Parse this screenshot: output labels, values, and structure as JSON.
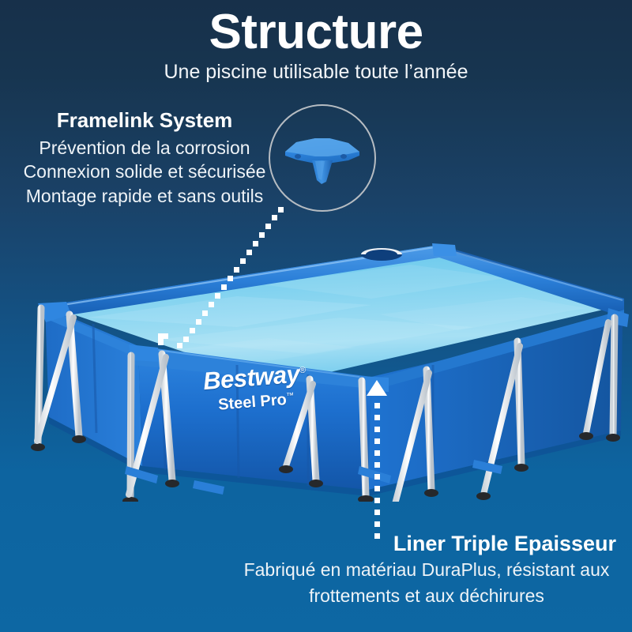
{
  "header": {
    "title": "Structure",
    "subtitle": "Une piscine utilisable toute l’année"
  },
  "features": {
    "framelink": {
      "heading": "Framelink System",
      "lines": [
        "Prévention de la corrosion",
        "Connexion solide et sécurisée",
        "Montage rapide et sans outils"
      ],
      "badge_icon": "framelink-connector-icon"
    },
    "liner": {
      "heading": "Liner Triple Epaisseur",
      "body_lines": [
        "Fabriqué en matériau DuraPlus, résistant aux",
        "frottements et aux déchirures"
      ]
    }
  },
  "product": {
    "brand": "Bestway",
    "brand_registered": "®",
    "model": "Steel Pro",
    "model_tm": "™",
    "image_alt": "rectangular-above-ground-steel-frame-pool"
  },
  "colors": {
    "background_top": "#17304a",
    "background_bottom": "#0d67a3",
    "text_primary": "#ffffff",
    "badge_stroke": "#b6bcc2",
    "pool_liner": "#1f72cf",
    "pool_liner_dark": "#12529c",
    "water_light": "#9fdcf4",
    "water_mid": "#5cc2ea",
    "frame_white": "#f4f6f8",
    "foot_black": "#26282b"
  }
}
